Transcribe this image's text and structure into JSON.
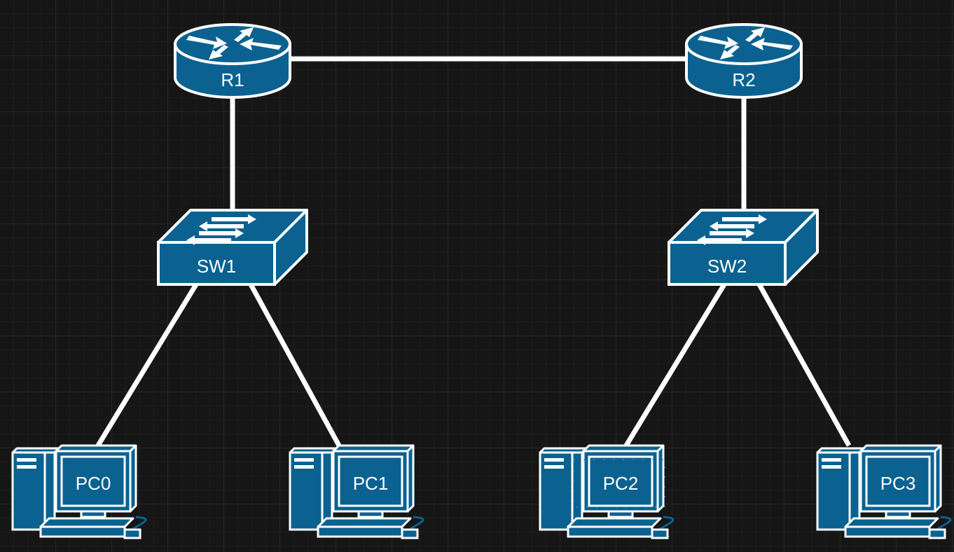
{
  "diagram": {
    "colors": {
      "device_fill": "#0b6290",
      "stroke": "#ffffff",
      "link": "#ffffff",
      "background": "#161616"
    },
    "routers": [
      {
        "id": "R1",
        "label": "R1",
        "icon": "router-icon"
      },
      {
        "id": "R2",
        "label": "R2",
        "icon": "router-icon"
      }
    ],
    "switches": [
      {
        "id": "SW1",
        "label": "SW1",
        "icon": "switch-icon"
      },
      {
        "id": "SW2",
        "label": "SW2",
        "icon": "switch-icon"
      }
    ],
    "pcs": [
      {
        "id": "PC0",
        "label": "PC0",
        "icon": "pc-icon"
      },
      {
        "id": "PC1",
        "label": "PC1",
        "icon": "pc-icon"
      },
      {
        "id": "PC2",
        "label": "PC2",
        "icon": "pc-icon",
        "selected": true
      },
      {
        "id": "PC3",
        "label": "PC3",
        "icon": "pc-icon"
      }
    ],
    "links": [
      {
        "from": "R1",
        "to": "R2"
      },
      {
        "from": "R1",
        "to": "SW1"
      },
      {
        "from": "R2",
        "to": "SW2"
      },
      {
        "from": "SW1",
        "to": "PC0"
      },
      {
        "from": "SW1",
        "to": "PC1"
      },
      {
        "from": "SW2",
        "to": "PC2"
      },
      {
        "from": "SW2",
        "to": "PC3"
      }
    ]
  }
}
